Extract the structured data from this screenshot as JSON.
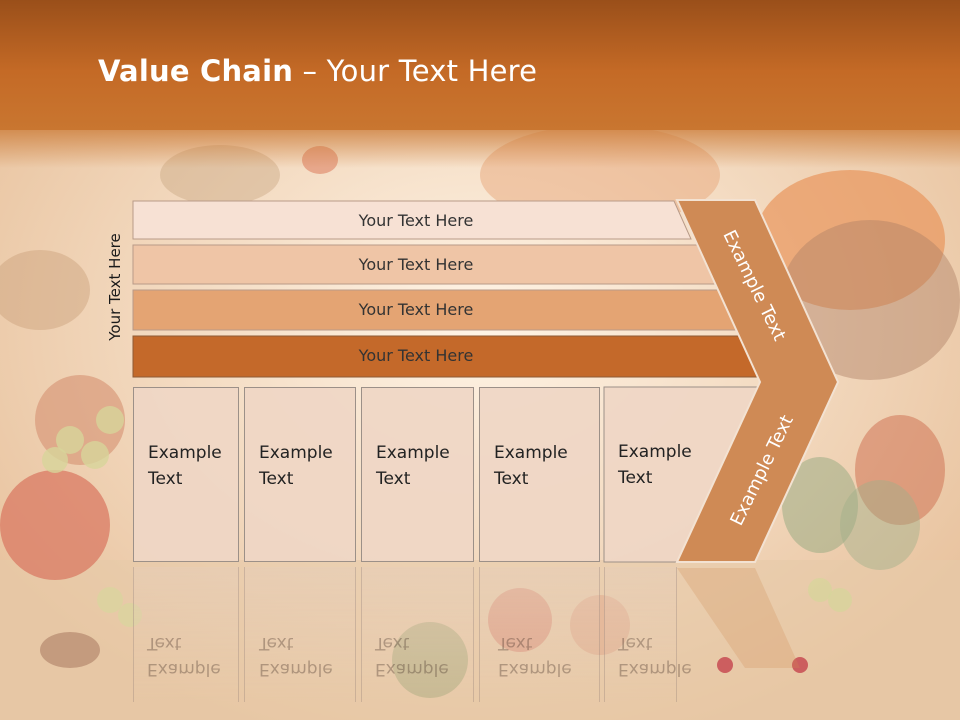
{
  "title": {
    "bold": "Value Chain",
    "rest": " – Your Text Here"
  },
  "side_label": "Your Text Here",
  "bands": [
    {
      "label": "Your Text Here",
      "color": "#f7e1d4"
    },
    {
      "label": "Your Text Here",
      "color": "#efc5a6"
    },
    {
      "label": "Your Text Here",
      "color": "#e4a473"
    },
    {
      "label": "Your Text Here",
      "color": "#c4692a"
    }
  ],
  "boxes": [
    {
      "line1": "Example",
      "line2": "Text"
    },
    {
      "line1": "Example",
      "line2": "Text"
    },
    {
      "line1": "Example",
      "line2": "Text"
    },
    {
      "line1": "Example",
      "line2": "Text"
    },
    {
      "line1": "Example",
      "line2": "Text"
    }
  ],
  "chevron": {
    "upper_label": "Example Text",
    "lower_label": "Example Text",
    "color": "#cf8a55"
  },
  "colors": {
    "title_bar": "#c46a26",
    "box_fill": "#efd6c5"
  }
}
